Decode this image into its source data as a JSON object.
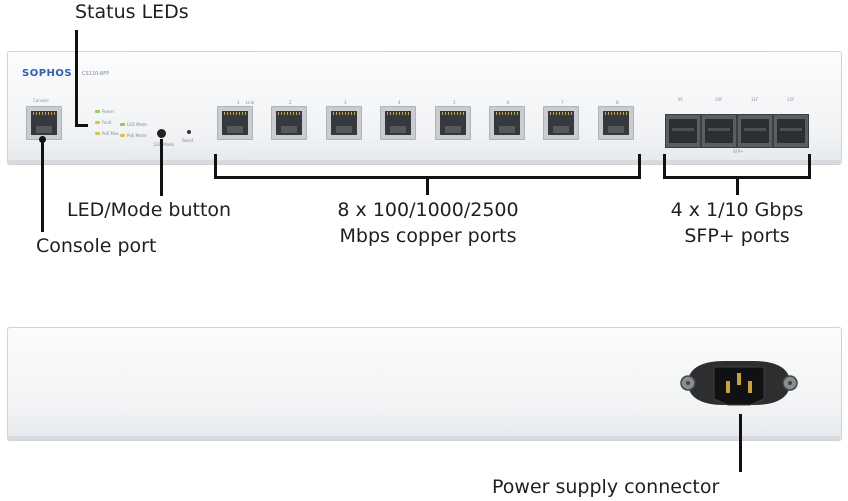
{
  "device": {
    "brand": "SOPHOS",
    "model": "CS110-8FP",
    "console_label": "Console",
    "led_names": [
      "Power",
      "Fault",
      "PoE Max",
      "LED Mode",
      "PoE Mode"
    ],
    "button_label": "LED Mode",
    "reset_label": "Reset",
    "port_numbers": [
      "1",
      "2",
      "3",
      "4",
      "5",
      "6",
      "7",
      "8"
    ],
    "sfp_numbers": [
      "9F",
      "10F",
      "11F",
      "12F"
    ],
    "port_group_label": "Link",
    "sfp_group_label": "SFP+"
  },
  "annotations": {
    "status_leds": "Status LEDs",
    "led_mode_button": "LED/Mode button",
    "console_port": "Console port",
    "copper_ports_line1": "8 x 100/1000/2500",
    "copper_ports_line2": "Mbps copper ports",
    "sfp_ports_line1": "4 x 1/10 Gbps",
    "sfp_ports_line2": "SFP+ ports",
    "power_supply": "Power supply connector"
  }
}
